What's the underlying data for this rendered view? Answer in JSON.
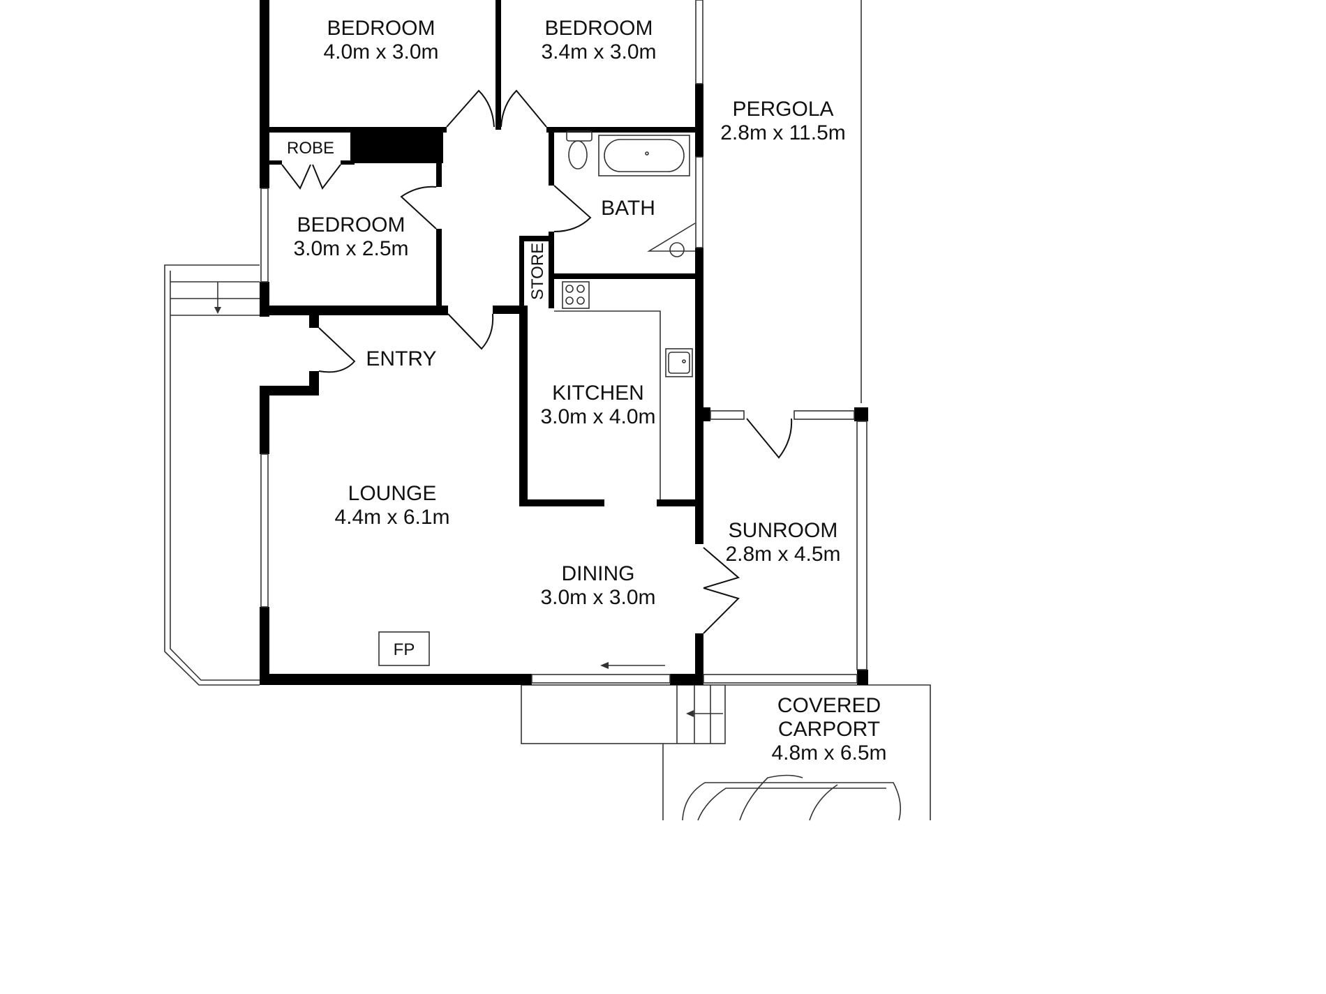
{
  "colors": {
    "wall": "#000000",
    "line": "#333333",
    "text": "#111111",
    "background": "#ffffff"
  },
  "rooms": {
    "bedroom_1": {
      "name": "BEDROOM",
      "size": "4.0m x 3.0m"
    },
    "bedroom_2": {
      "name": "BEDROOM",
      "size": "3.4m x 3.0m"
    },
    "bedroom_3": {
      "name": "BEDROOM",
      "size": "3.0m x 2.5m"
    },
    "robe": {
      "name": "ROBE"
    },
    "bath": {
      "name": "BATH"
    },
    "store": {
      "name": "STORE"
    },
    "pergola": {
      "name": "PERGOLA",
      "size": "2.8m x 11.5m"
    },
    "entry": {
      "name": "ENTRY"
    },
    "kitchen": {
      "name": "KITCHEN",
      "size": "3.0m x 4.0m"
    },
    "lounge": {
      "name": "LOUNGE",
      "size": "4.4m x 6.1m"
    },
    "dining": {
      "name": "DINING",
      "size": "3.0m x 3.0m"
    },
    "sunroom": {
      "name": "SUNROOM",
      "size": "2.8m x 4.5m"
    },
    "fireplace": {
      "name": "FP"
    },
    "carport": {
      "name_line1": "COVERED",
      "name_line2": "CARPORT",
      "size": "4.8m x 6.5m"
    }
  },
  "icons": [
    "toilet-icon",
    "bathtub-icon",
    "shower-icon",
    "cooktop-icon",
    "sink-icon",
    "car-icon",
    "stair-arrow-icon"
  ]
}
